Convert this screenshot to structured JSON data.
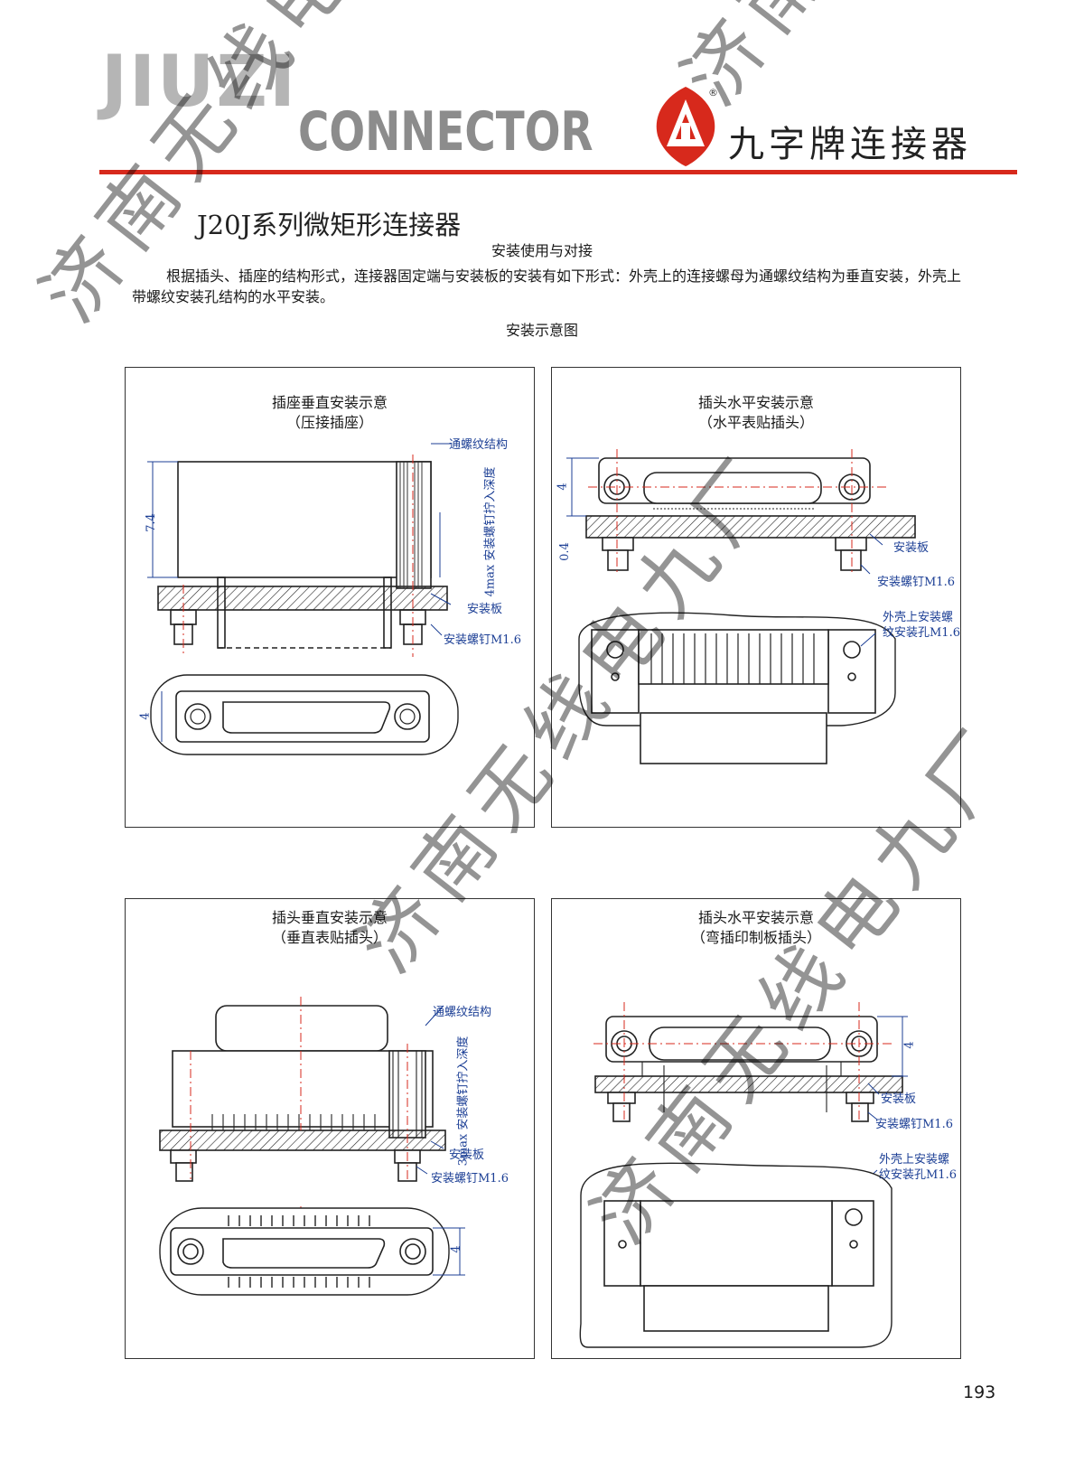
{
  "header": {
    "brand_word": "JIUZI",
    "brand_sub": "CONNECTOR",
    "brand_cn": "九字牌连接器",
    "logo_mark": "®",
    "logo_icon": "jiuzi-triangle-logo-icon",
    "accent_color": "#d7291c"
  },
  "document": {
    "series_title": "J20J系列微矩形连接器",
    "section_title": "安装使用与对接",
    "intro": "根据插头、插座的结构形式，连接器固定端与安装板的安装有如下形式：外壳上的连接螺母为通螺纹结构为垂直安装，外壳上带螺纹安装孔结构的水平安装。",
    "diagram_caption": "安装示意图"
  },
  "panels": [
    {
      "title_line1": "插座垂直安装示意",
      "title_line2": "（压接插座）",
      "labels": {
        "thread": "通螺纹结构",
        "depth": "4max 安装螺钉拧入深度",
        "board": "安装板",
        "screw": "安装螺钉M1.6",
        "dim_height": "7.4",
        "dim_width": "4"
      }
    },
    {
      "title_line1": "插头水平安装示意",
      "title_line2": "（水平表贴插头）",
      "labels": {
        "dim_top": "4",
        "dim_gap": "0.4",
        "board": "安装板",
        "screw": "安装螺钉M1.6",
        "hole": "外壳上安装螺纹安装孔M1.6"
      }
    },
    {
      "title_line1": "插头垂直安装示意",
      "title_line2": "（垂直表贴插头）",
      "labels": {
        "thread": "通螺纹结构",
        "depth": "3max 安装螺钉拧入深度",
        "board": "安装板",
        "screw": "安装螺钉M1.6",
        "dim_width": "4"
      }
    },
    {
      "title_line1": "插头水平安装示意",
      "title_line2": "（弯插印制板插头）",
      "labels": {
        "dim_top": "4",
        "board": "安装板",
        "screw": "安装螺钉M1.6",
        "hole": "外壳上安装螺纹安装孔M1.6"
      }
    }
  ],
  "watermark": {
    "text": "济南无线电九厂"
  },
  "footer": {
    "page_number": "193"
  }
}
